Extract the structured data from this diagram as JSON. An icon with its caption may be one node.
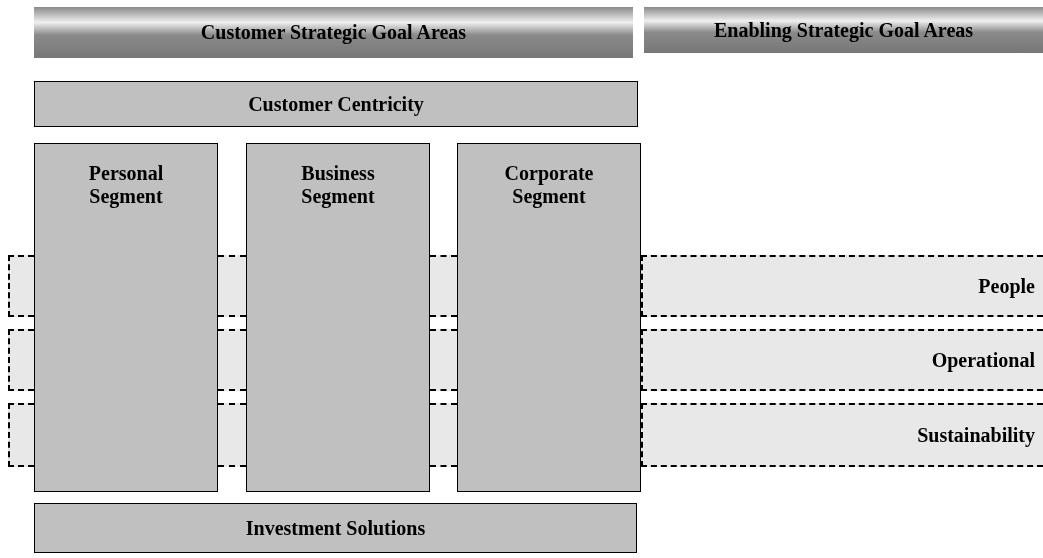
{
  "diagram": {
    "nodes": [
      {
        "text": [
          "Customer Strategic Goal Areas"
        ]
      },
      {
        "text": [
          "Enabling Strategic Goal Areas"
        ]
      },
      {
        "text": [
          "Customer Centricity"
        ]
      },
      {
        "text": [
          "Personal Segment"
        ]
      },
      {
        "text": [
          "Business Segment"
        ]
      },
      {
        "text": [
          "Corporate Segment"
        ]
      },
      {
        "text": [
          "People"
        ]
      },
      {
        "text": [
          "Operational"
        ]
      },
      {
        "text": [
          "Sustainability"
        ]
      },
      {
        "text": [
          "Investment Solutions"
        ]
      }
    ],
    "edges": []
  }
}
